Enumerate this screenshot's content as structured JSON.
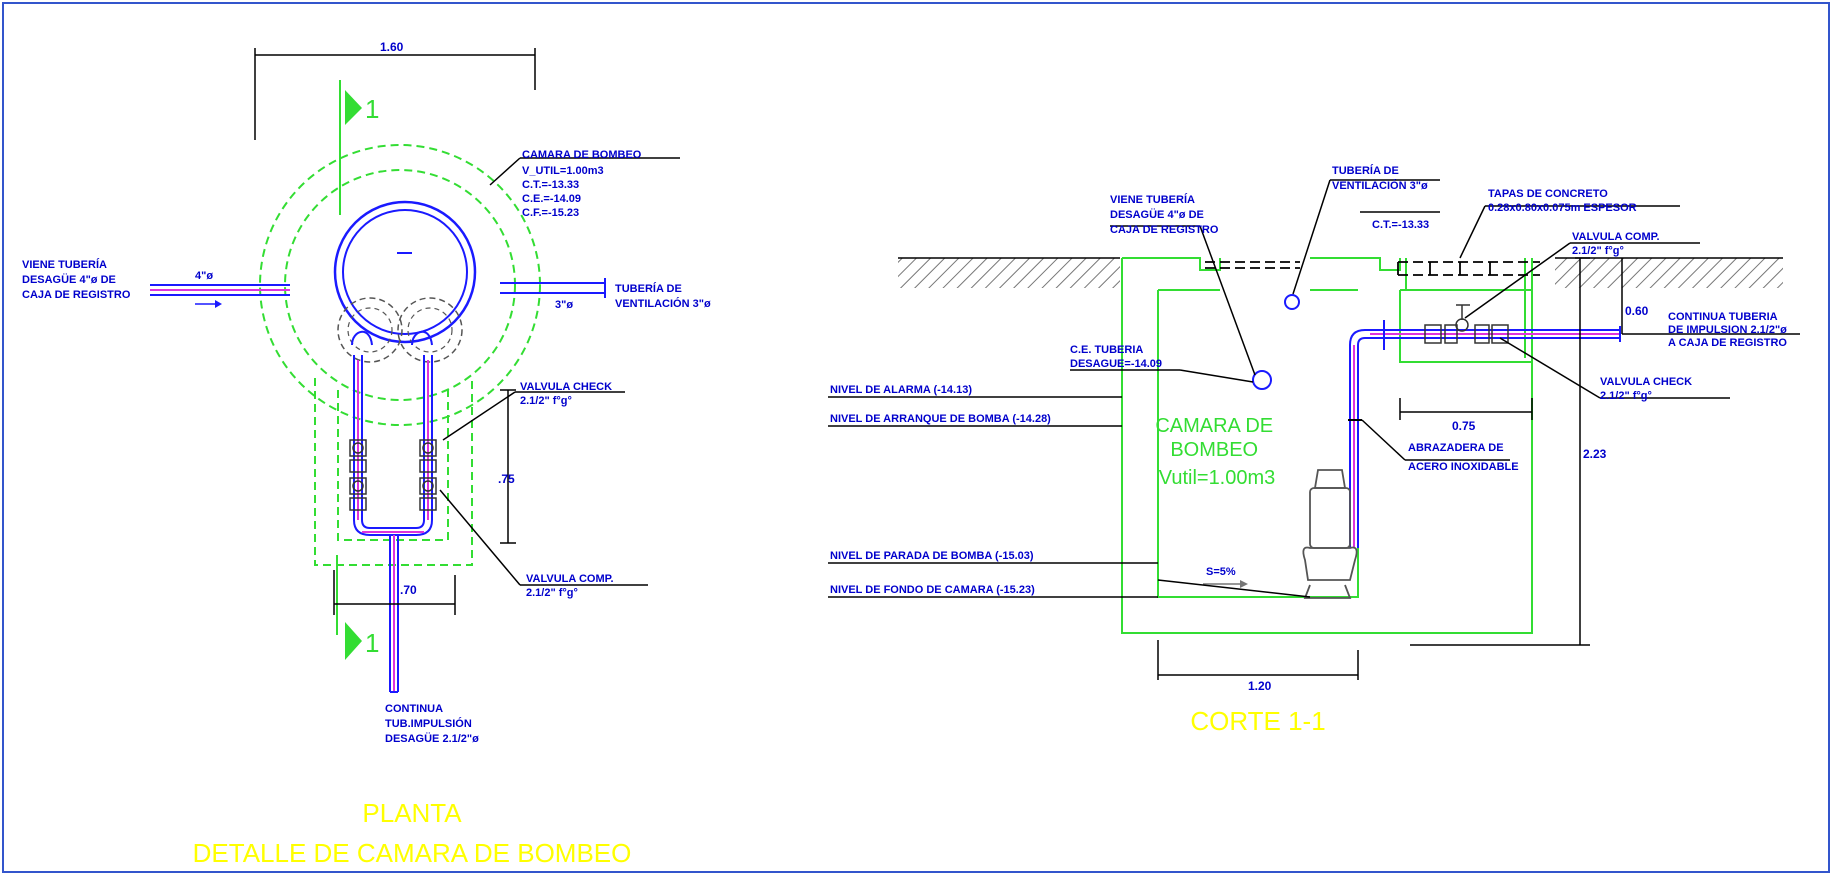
{
  "planta": {
    "dim_top": "1.60",
    "section_mark_top": "1",
    "section_mark_bottom": "1",
    "camara_label": [
      "CAMARA  DE  BOMBEO",
      "V_UTIL=1.00m3",
      "C.T.=-13.33",
      "C.E.=-14.09",
      "C.F.=-15.23"
    ],
    "viene_label": [
      "VIENE TUBERÍA",
      "DESAGÜE 4\"ø DE",
      "CAJA DE REGISTRO"
    ],
    "pipe_4": "4\"ø",
    "pipe_3": "3\"ø",
    "ventilacion_label": [
      "TUBERÍA DE",
      "VENTILACIÓN 3\"ø"
    ],
    "check_label": [
      "VALVULA  CHECK",
      "2.1/2\"  f°g°"
    ],
    "dim_75": ".75",
    "dim_70": ".70",
    "comp_label": [
      "VALVULA  COMP.",
      "2.1/2\"  f°g°"
    ],
    "continua_label": [
      "CONTINUA",
      "TUB.IMPULSIÓN",
      "DESAGÜE 2.1/2\"ø"
    ],
    "title": [
      "PLANTA",
      "DETALLE DE CAMARA DE BOMBEO"
    ]
  },
  "corte": {
    "viene_label": [
      "VIENE TUBERÍA",
      "DESAGÜE 4\"ø DE",
      "CAJA DE REGISTRO"
    ],
    "ventilacion_label": [
      "TUBERÍA DE",
      "VENTILACIÓN 3\"ø"
    ],
    "tapas_label": [
      "TAPAS  DE  CONCRETO",
      "0.28x0.80x0.075m  ESPESOR"
    ],
    "ct_label": "C.T.=-13.33",
    "comp_label": [
      "VALVULA  COMP.",
      "2.1/2\"  f°g°"
    ],
    "dim_060": "0.60",
    "continua_label": [
      "CONTINUA  TUBERIA",
      "DE  IMPULSION  2.1/2\"ø",
      "A  CAJA  DE  REGISTRO"
    ],
    "ce_label": [
      "C.E.  TUBERIA",
      "DESAGUE=-14.09"
    ],
    "check_label": [
      "VALVULA  CHECK",
      "2.1/2\"  f°g°"
    ],
    "nivel_alarma": "NIVEL  DE  ALARMA  (-14.13)",
    "nivel_arranque": "NIVEL  DE  ARRANQUE  DE  BOMBA  (-14.28)",
    "nivel_parada": "NIVEL  DE  PARADA  DE  BOMBA  (-15.03)",
    "nivel_fondo": "NIVEL  DE  FONDO  DE  CAMARA  (-15.23)",
    "camara_text": [
      "CAMARA DE",
      "BOMBEO",
      "Vutil=1.00m3"
    ],
    "dim_075": "0.75",
    "abrazadera_label": [
      "ABRAZADERA  DE",
      "ACERO  INOXIDABLE"
    ],
    "dim_223": "2.23",
    "slope": "S=5%",
    "dim_120": "1.20",
    "title": "CORTE  1-1"
  },
  "colors": {
    "blue": "#1a1aff",
    "green": "#33dd33",
    "yellow": "#ffff00",
    "magenta": "#dd33dd",
    "frame": "#3355cc"
  }
}
